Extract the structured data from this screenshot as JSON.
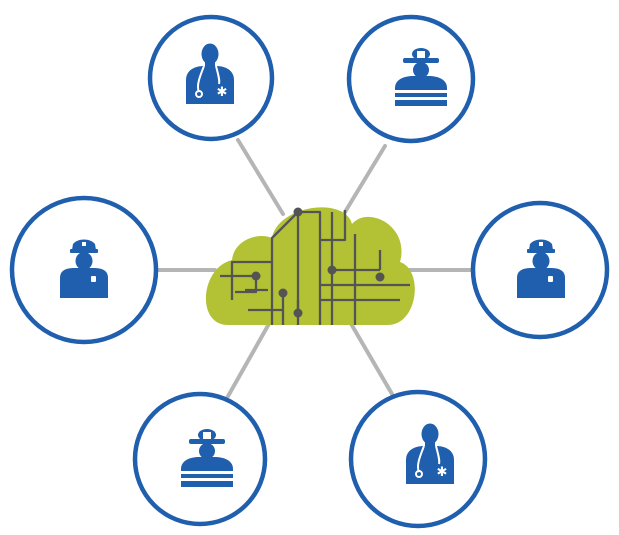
{
  "colors": {
    "ring": "#1f5fae",
    "figure": "#1f5fae",
    "connector": "#b5b5b5",
    "cloud": "#b3c235",
    "circuit": "#545454",
    "background": "#ffffff"
  },
  "hub": {
    "icon": "circuit-cloud-icon"
  },
  "nodes": [
    {
      "role": "paramedic",
      "icon": "paramedic-icon"
    },
    {
      "role": "firefighter",
      "icon": "firefighter-icon"
    },
    {
      "role": "police-officer",
      "icon": "police-officer-icon"
    },
    {
      "role": "police-officer",
      "icon": "police-officer-icon"
    },
    {
      "role": "firefighter",
      "icon": "firefighter-icon"
    },
    {
      "role": "paramedic",
      "icon": "paramedic-icon"
    }
  ]
}
